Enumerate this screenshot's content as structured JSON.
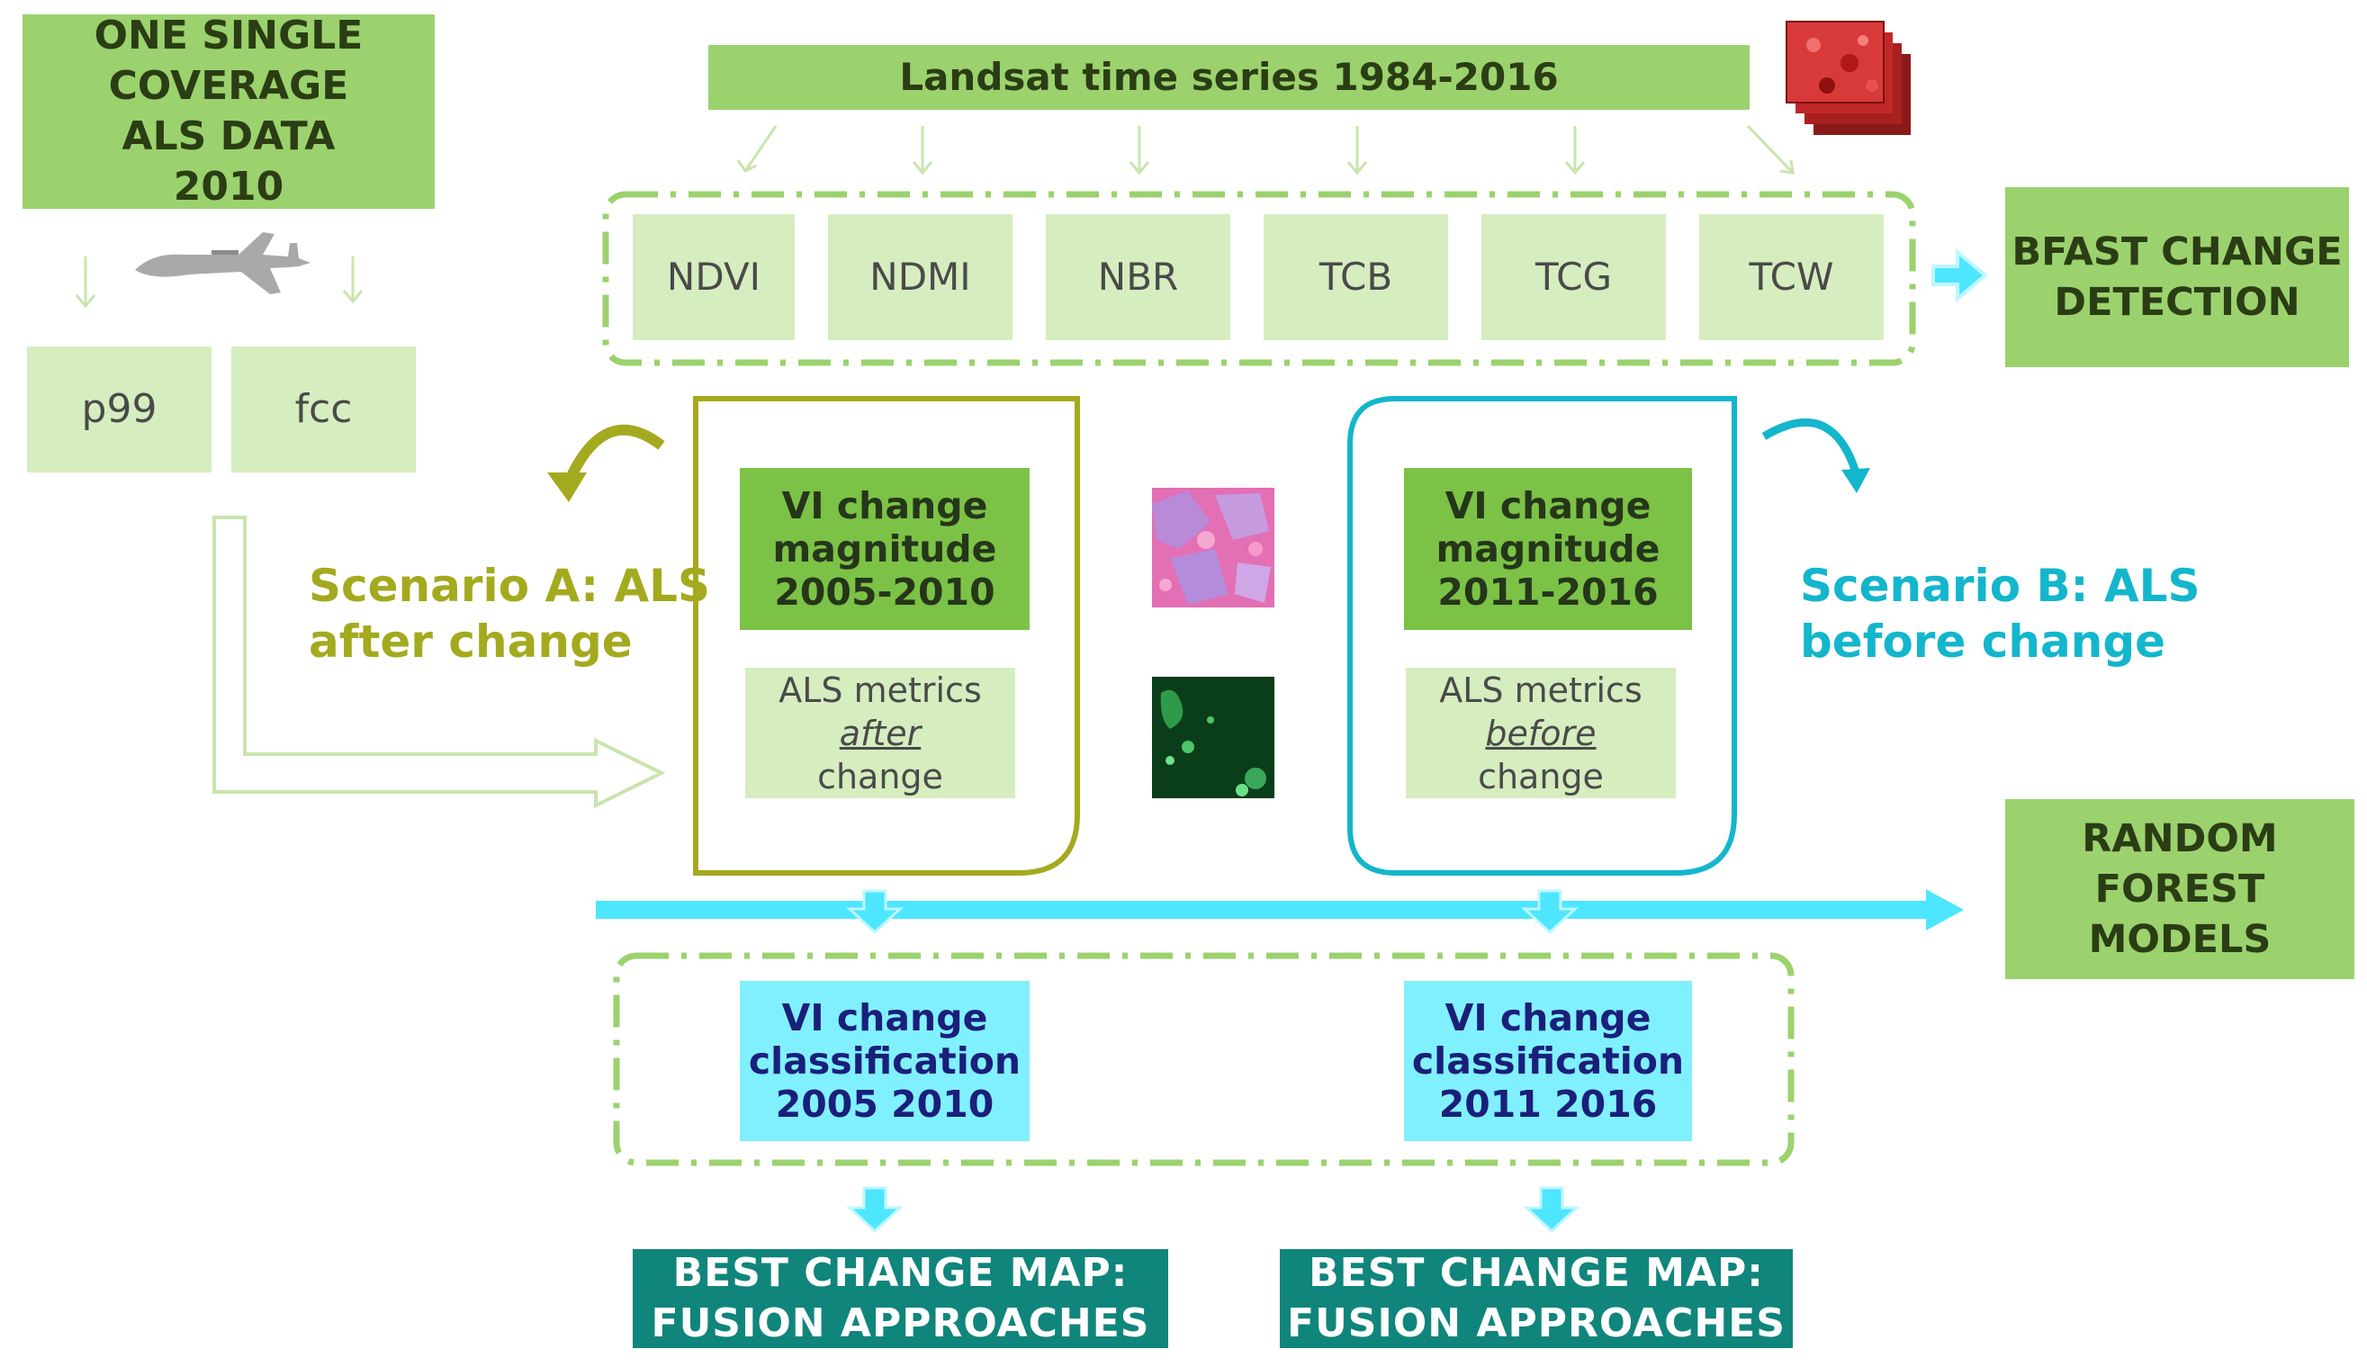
{
  "als_box": [
    "ONE SINGLE",
    "COVERAGE",
    "ALS DATA",
    "2010"
  ],
  "als_metrics": [
    {
      "label": "p99"
    },
    {
      "label": "fcc"
    }
  ],
  "landsat_title": "Landsat time series 1984-2016",
  "vi_indices": [
    "NDVI",
    "NDMI",
    "NBR",
    "TCB",
    "TCG",
    "TCW"
  ],
  "bfast": [
    "BFAST CHANGE",
    "DETECTION"
  ],
  "scenario_a": {
    "caption": [
      "Scenario A: ALS",
      "after change"
    ],
    "magnitude": [
      "VI change",
      "magnitude",
      "2005-2010"
    ],
    "als": {
      "line1": "ALS metrics",
      "emph": "after",
      "line3": "change"
    },
    "classification": [
      "VI change",
      "classification",
      "2005 2010"
    ],
    "map": [
      "BEST CHANGE MAP:",
      "FUSION APPROACHES"
    ]
  },
  "scenario_b": {
    "caption": [
      "Scenario B: ALS",
      "before change"
    ],
    "magnitude": [
      "VI change",
      "magnitude",
      "2011-2016"
    ],
    "als": {
      "line1": "ALS metrics",
      "emph": "before",
      "line3": "change"
    },
    "classification": [
      "VI change",
      "classification",
      "2011 2016"
    ],
    "map": [
      "BEST CHANGE MAP:",
      "FUSION APPROACHES"
    ]
  },
  "random_forest": [
    "RANDOM",
    "FOREST MODELS"
  ],
  "colors": {
    "dark_green": "#9bd26e",
    "medium_green": "#7cc246",
    "light_green": "#d6edbf",
    "olive": "#a4aa1e",
    "cyan_text": "#13b6cc",
    "cyan_arrow": "#4ee6ff",
    "cyan_box": "#80f0ff",
    "teal": "#10857c",
    "navy_text": "#1a1f7a"
  }
}
